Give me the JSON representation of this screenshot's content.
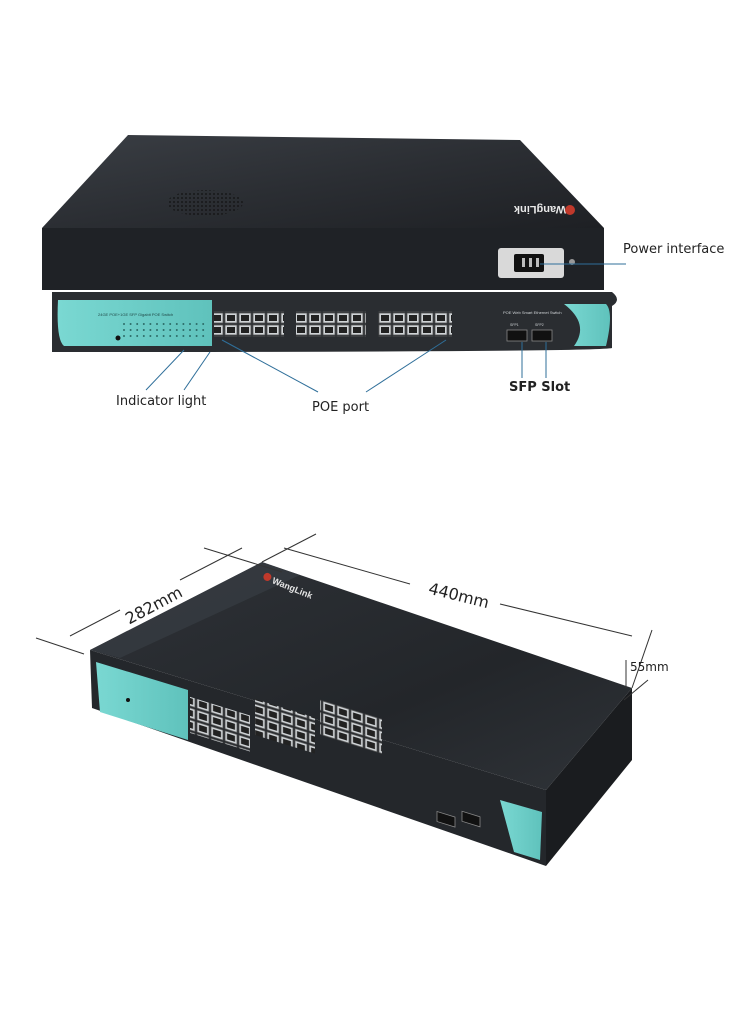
{
  "callouts": {
    "power_interface": "Power interface",
    "indicator_light": "Indicator light",
    "poe_port": "POE port",
    "sfp_slot": "SFP Slot"
  },
  "dimensions": {
    "width": "440mm",
    "depth": "282mm",
    "height": "55mm"
  },
  "device": {
    "brand": "WangLink",
    "front_label_top": "24GE POE+1GE SFP Gigabit POE Switch",
    "front_label_bottom": "POE Web Smart Ethernet Switch",
    "sfp1": "SFP1",
    "sfp2": "SFP2"
  },
  "colors": {
    "panel_teal": "#6fcfc9",
    "chassis": "#2a2d31",
    "callout_line": "#2f6f9a"
  }
}
